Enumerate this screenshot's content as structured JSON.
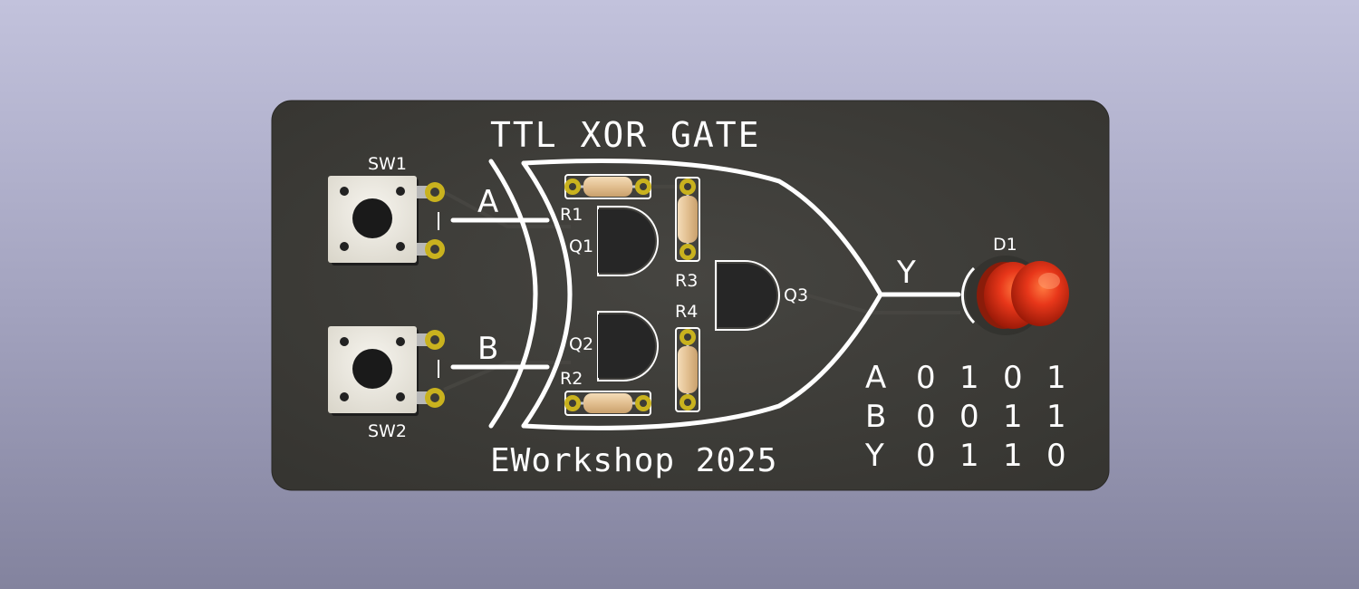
{
  "board": {
    "title": "TTL XOR GATE",
    "footer": "EWorkshop 2025",
    "colors": {
      "background_top": "#c2c2dc",
      "background_bottom": "#83839e",
      "pcb": "#3c3b37",
      "silkscreen": "#ffffff",
      "copper_pad": "#c9b21e",
      "led": "#e02a10",
      "resistor_body": "#e6c59a",
      "transistor_body": "#262626"
    }
  },
  "labels": {
    "input_a": "A",
    "input_b": "B",
    "output_y": "Y"
  },
  "components": {
    "sw1": "SW1",
    "sw2": "SW2",
    "r1": "R1",
    "r2": "R2",
    "r3": "R3",
    "r4": "R4",
    "q1": "Q1",
    "q2": "Q2",
    "q3": "Q3",
    "d1": "D1"
  },
  "truth_table": {
    "rows": [
      {
        "label": "A",
        "values": [
          "0",
          "1",
          "0",
          "1"
        ]
      },
      {
        "label": "B",
        "values": [
          "0",
          "0",
          "1",
          "1"
        ]
      },
      {
        "label": "Y",
        "values": [
          "0",
          "1",
          "1",
          "0"
        ]
      }
    ]
  }
}
